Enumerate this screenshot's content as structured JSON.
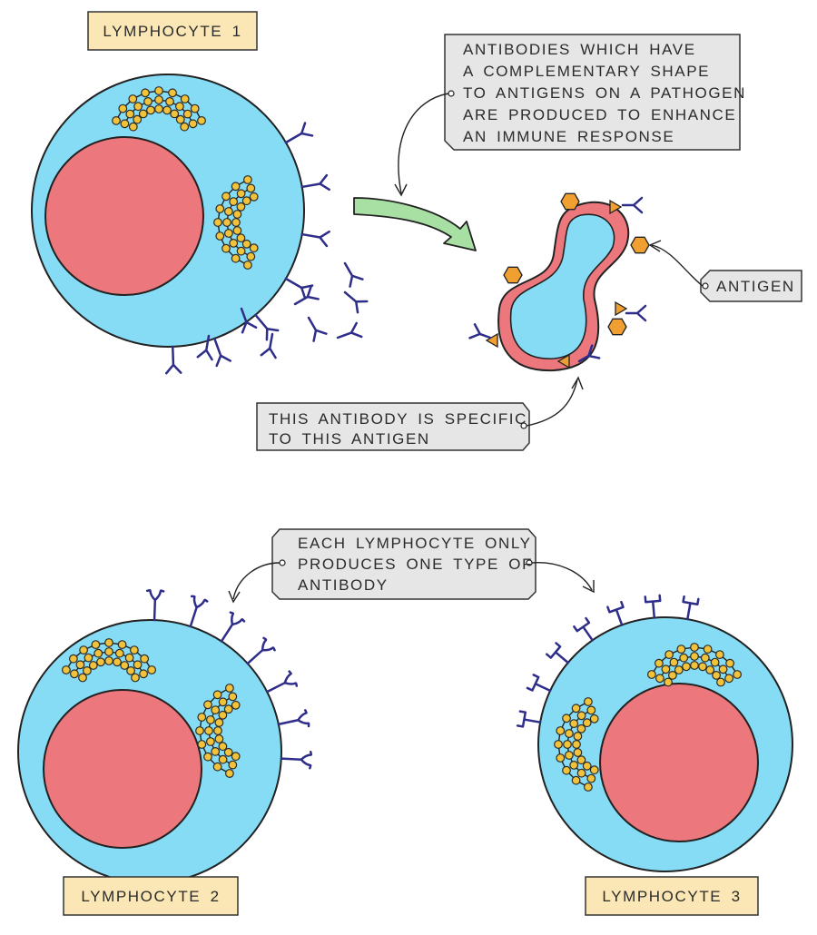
{
  "labels": {
    "lymphocyte1": "LYMPHOCYTE 1",
    "lymphocyte2": "LYMPHOCYTE 2",
    "lymphocyte3": "LYMPHOCYTE 3",
    "antigen": "ANTIGEN"
  },
  "callouts": {
    "antibodies": [
      "ANTIBODIES WHICH HAVE",
      "A COMPLEMENTARY SHAPE",
      "TO ANTIGENS ON A PATHOGEN",
      "ARE PRODUCED TO ENHANCE",
      "AN IMMUNE RESPONSE"
    ],
    "specific": [
      "THIS ANTIBODY IS SPECIFIC",
      "TO THIS ANTIGEN"
    ],
    "each": [
      "EACH LYMPHOCYTE ONLY",
      "PRODUCES ONE TYPE OF",
      "ANTIBODY"
    ]
  },
  "colors": {
    "cytoplasm": "#86dcf5",
    "nucleus": "#ec787e",
    "ribosome": "#f2c33a",
    "antibody": "#2e2e8a",
    "label_box": "#fbe6b5",
    "callout_box": "#e6e6e6",
    "arrow": "#a8e0a4",
    "antigen": "#f0a030"
  },
  "icons": {
    "arrow": "curved-arrow-icon",
    "antibody": "y-shaped-antibody-icon"
  }
}
